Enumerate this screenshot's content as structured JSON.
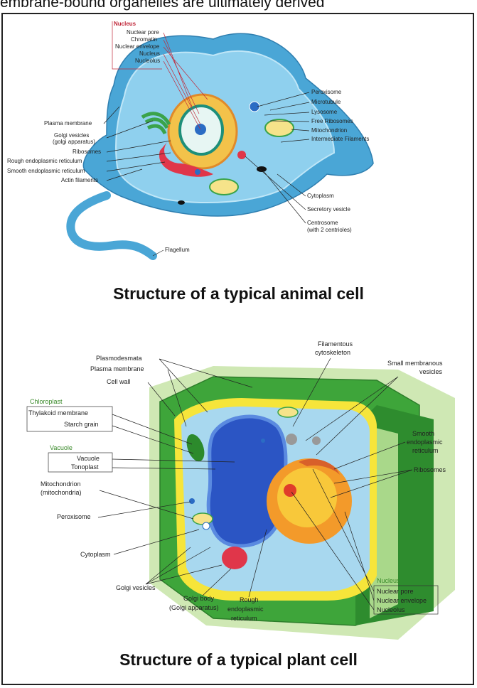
{
  "intro_text": "embrane-bound organelles are ultimately derived",
  "animal": {
    "caption": "Structure of a typical animal cell",
    "nucleus_heading": "Nucleus",
    "nucleus_parts": [
      "Nuclear pore",
      "Chromatin",
      "Nuclear envelope",
      "Nucleus",
      "Nucleolus"
    ],
    "left_labels": [
      "Plasma membrane",
      "Golgi vesicles",
      "(golgi apparatus)",
      "Ribosomes",
      "Rough endoplasmic reticulum",
      "Smooth endoplasmic reticulum",
      "Actin filaments"
    ],
    "right_labels": [
      "Peroxisome",
      "Microtubule",
      "Lysosome",
      "Free Ribosomes",
      "Mitochondrion",
      "Intermediate Filaments"
    ],
    "lower_right_labels": [
      "Cytoplasm",
      "Secretory vesicle",
      "Centrosome",
      "(with 2 centrioles)"
    ],
    "flagellum_label": "Flagellum"
  },
  "plant": {
    "caption": "Structure of a typical plant cell",
    "top_labels": [
      "Plasmodesmata",
      "Plasma membrane",
      "Cell wall"
    ],
    "filament_label": [
      "Filamentous",
      "cytoskeleton"
    ],
    "small_vesicles_label": [
      "Small membranous",
      "vesicles"
    ],
    "chloroplast_heading": "Chloroplast",
    "chloroplast_parts": [
      "Thylakoid membrane",
      "Starch grain"
    ],
    "vacuole_heading": "Vacuole",
    "vacuole_parts": [
      "Vacuole",
      "Tonoplast"
    ],
    "left_labels": [
      "Mitochondrion",
      "(mitochondria)",
      "Peroxisome",
      "Cytoplasm",
      "Golgi vesicles"
    ],
    "bottom_labels": [
      "Golgi body",
      "(Golgi apparatus)",
      "Rough",
      "endoplasmic",
      "reticulum"
    ],
    "smooth_er_label": [
      "Smooth",
      "endoplasmic",
      "reticulum"
    ],
    "ribosomes_label": "Ribosomes",
    "nucleus_heading": "Nucleus",
    "nucleus_parts": [
      "Nuclear pore",
      "Nuclear envelope",
      "Nucleolus"
    ]
  }
}
